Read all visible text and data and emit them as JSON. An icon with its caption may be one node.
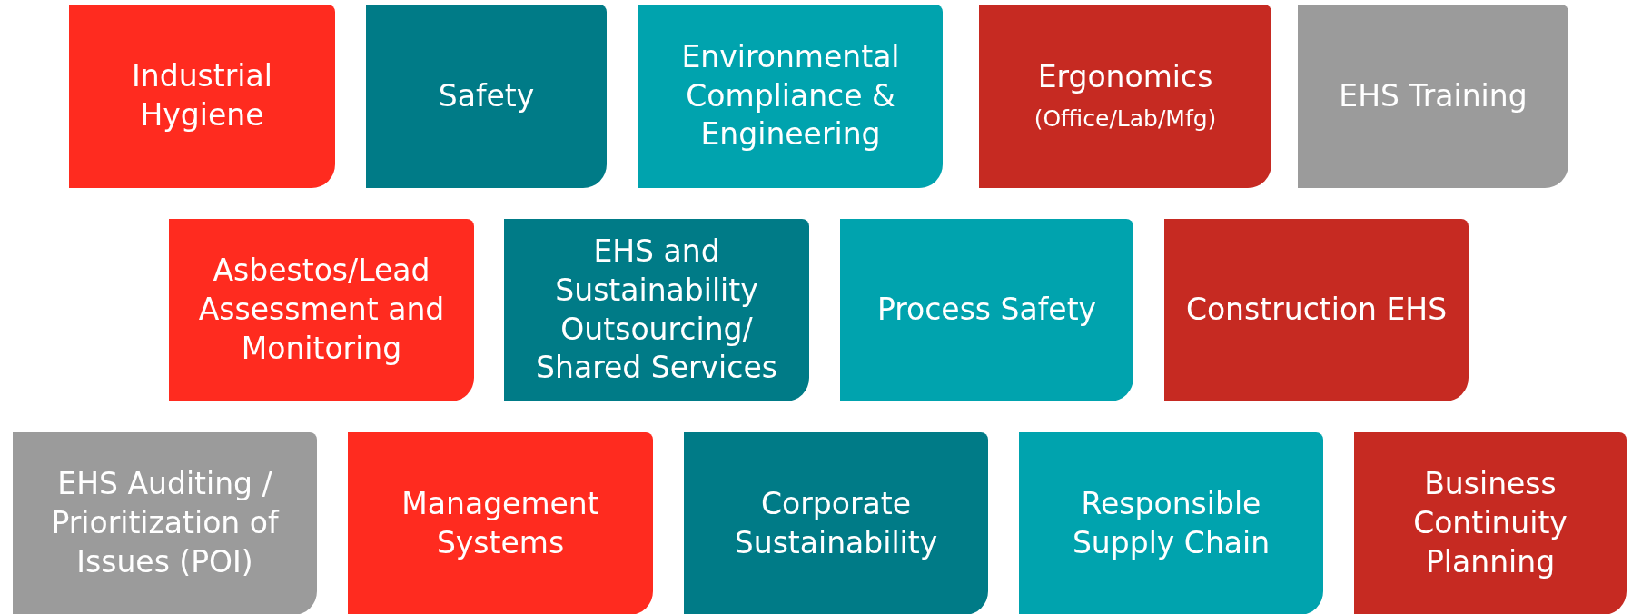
{
  "diagram": {
    "nodes": [
      {
        "text": [
          "Industrial Hygiene"
        ]
      },
      {
        "text": [
          "Safety"
        ]
      },
      {
        "text": [
          "Environmental Compliance & Engineering"
        ]
      },
      {
        "text": [
          "Ergonomics",
          "(Office/Lab/Mfg)"
        ]
      },
      {
        "text": [
          "EHS Training"
        ]
      },
      {
        "text": [
          "Asbestos/Lead Assessment and Monitoring"
        ]
      },
      {
        "text": [
          "EHS and Sustainability Outsourcing/ Shared Services"
        ]
      },
      {
        "text": [
          "Process Safety"
        ]
      },
      {
        "text": [
          "Construction EHS"
        ]
      },
      {
        "text": [
          "EHS Auditing / Prioritization of Issues (POI)"
        ]
      },
      {
        "text": [
          "Management Systems"
        ]
      },
      {
        "text": [
          "Corporate Sustainability"
        ]
      },
      {
        "text": [
          "Responsible Supply Chain"
        ]
      },
      {
        "text": [
          "Business Continuity Planning"
        ]
      }
    ]
  }
}
